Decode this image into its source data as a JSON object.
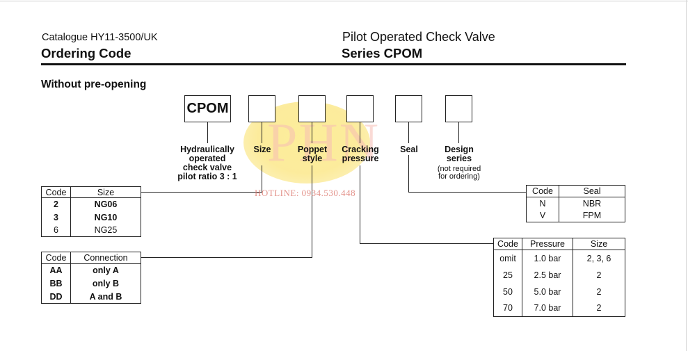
{
  "header": {
    "catalogue": "Catalogue HY11-3500/UK",
    "ordering_code": "Ordering Code",
    "product": "Pilot Operated Check Valve",
    "series": "Series CPOM"
  },
  "subtitle": "Without pre-opening",
  "code_boxes": {
    "prefix": "CPOM"
  },
  "labels": {
    "hydraulic": [
      "Hydraulically",
      "operated",
      "check valve",
      "pilot ratio 3 : 1"
    ],
    "size": "Size",
    "poppet": [
      "Poppet",
      "style"
    ],
    "cracking": [
      "Cracking",
      "pressure"
    ],
    "seal": "Seal",
    "design": [
      "Design",
      "series"
    ],
    "design_note": [
      "(not required",
      "for ordering)"
    ]
  },
  "watermark": {
    "text": "PHN",
    "hotline": "HOTLINE: 0934.530.448"
  },
  "size_table": {
    "headers": [
      "Code",
      "Size"
    ],
    "rows": [
      {
        "code": "2",
        "size": "NG06",
        "bold": true
      },
      {
        "code": "3",
        "size": "NG10",
        "bold": true
      },
      {
        "code": "6",
        "size": "NG25",
        "bold": false
      }
    ]
  },
  "connection_table": {
    "headers": [
      "Code",
      "Connection"
    ],
    "rows": [
      {
        "code": "AA",
        "value": "only A"
      },
      {
        "code": "BB",
        "value": "only B"
      },
      {
        "code": "DD",
        "value": "A and B"
      }
    ]
  },
  "seal_table": {
    "headers": [
      "Code",
      "Seal"
    ],
    "rows": [
      {
        "code": "N",
        "value": "NBR"
      },
      {
        "code": "V",
        "value": "FPM"
      }
    ]
  },
  "pressure_table": {
    "headers": [
      "Code",
      "Pressure",
      "Size"
    ],
    "rows": [
      {
        "code": "omit",
        "pressure": "1.0 bar",
        "size": "2, 3, 6"
      },
      {
        "code": "25",
        "pressure": "2.5 bar",
        "size": "2"
      },
      {
        "code": "50",
        "pressure": "5.0 bar",
        "size": "2"
      },
      {
        "code": "70",
        "pressure": "7.0 bar",
        "size": "2"
      }
    ]
  }
}
